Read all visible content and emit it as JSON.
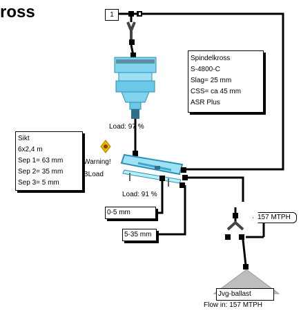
{
  "title": "ross",
  "input_node": "1",
  "crusher_info": [
    "Spindelkross",
    "S-4800-C",
    "Slag= 25 mm",
    "CSS= ca 45 mm",
    "ASR Plus"
  ],
  "crusher_load": "Load: 97 %",
  "screen_info": [
    "Sikt",
    "6x2,4 m",
    "Sep 1= 63 mm",
    "Sep 2= 35 mm",
    "Sep 3= 5 mm"
  ],
  "warning_text": [
    "Warning!",
    "BLoad"
  ],
  "screen_load": "Load: 91 %",
  "product_1": "0-5 mm",
  "product_2": "5-35 mm",
  "flow_tag": "157 MTPH",
  "stockpile_name": "Jvg-ballast",
  "stockpile_flow": "Flow in: 157 MTPH",
  "colors": {
    "equipment": "#7fd3ec",
    "equipment_dark": "#2a90b8",
    "line": "#000000",
    "warning": "#f0b400",
    "pile": "#bdbdbd"
  }
}
